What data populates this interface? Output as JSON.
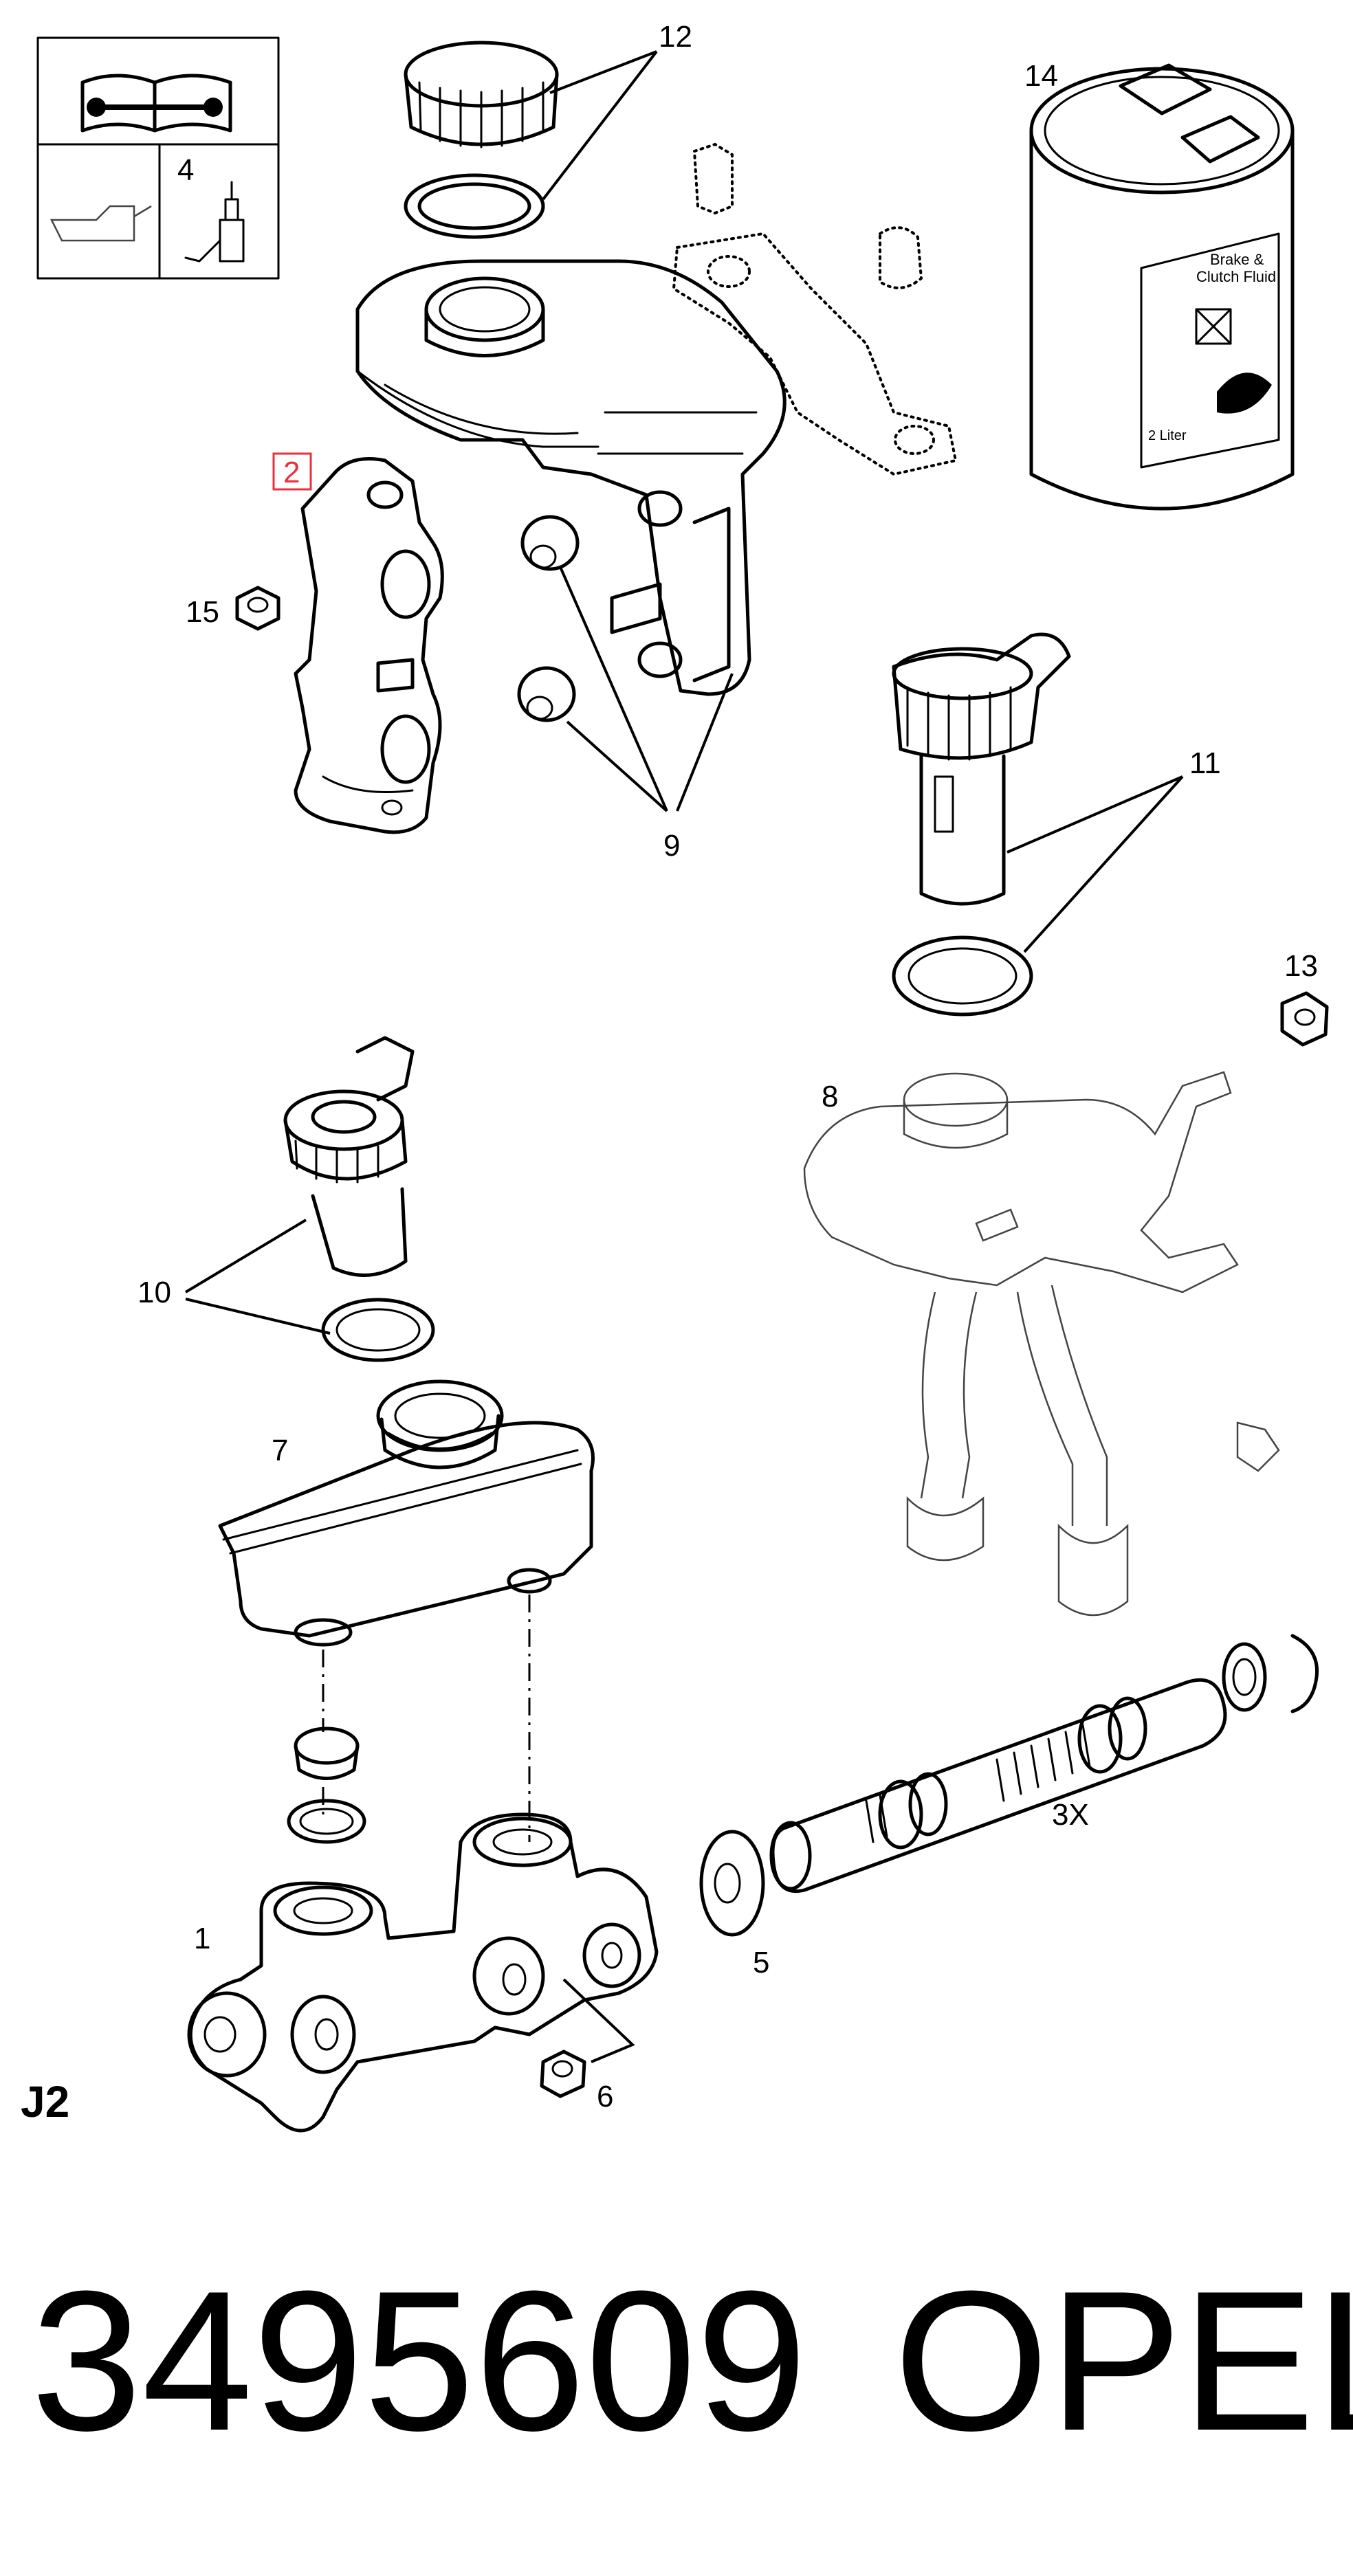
{
  "callouts": {
    "c1": "1",
    "c2": "2",
    "c3x": "3X",
    "c4": "4",
    "c5": "5",
    "c6": "6",
    "c7": "7",
    "c8": "8",
    "c9": "9",
    "c10": "10",
    "c11": "11",
    "c12": "12",
    "c13": "13",
    "c14": "14",
    "c15": "15"
  },
  "highlight_color": "#e8323c",
  "section_code": "J2",
  "part_number": "3495609",
  "brand": "OPEL",
  "can_label": [
    "Brake &",
    "Clutch Fluid",
    "2 Liter"
  ]
}
